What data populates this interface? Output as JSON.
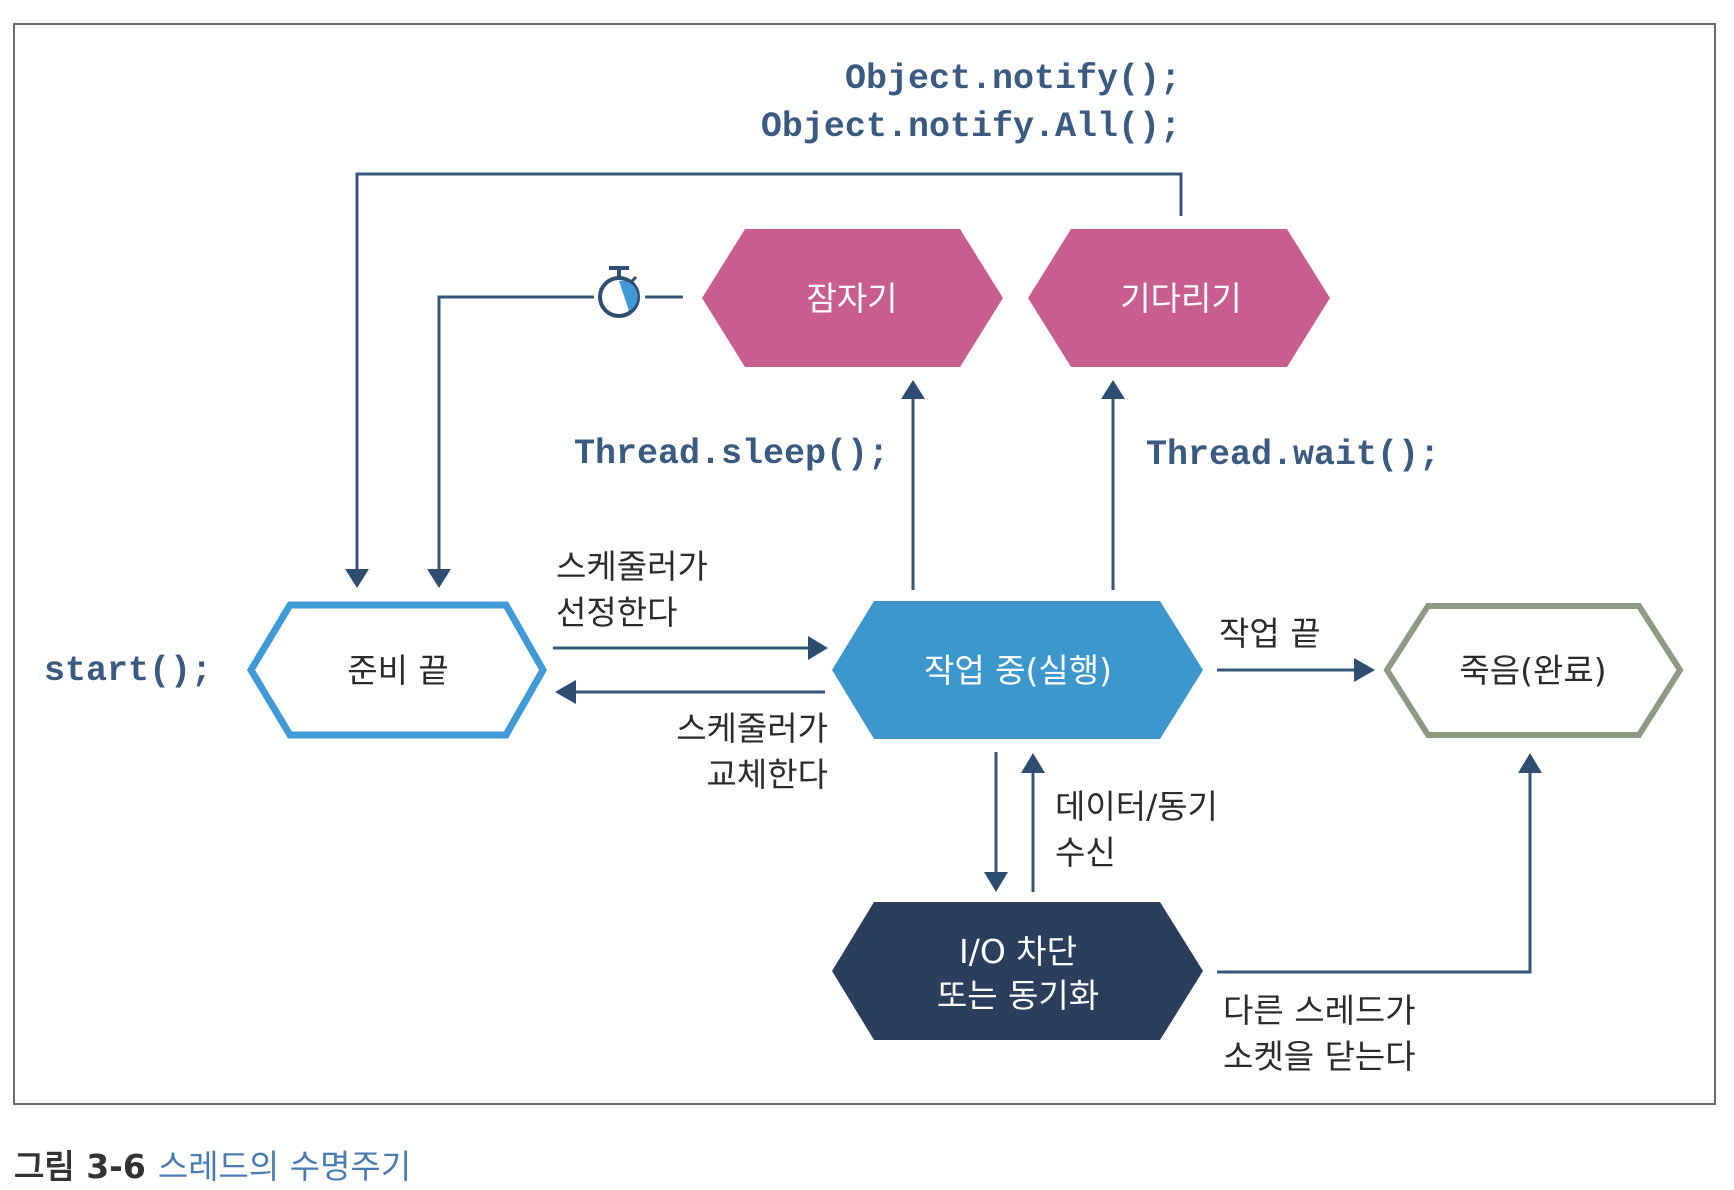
{
  "figure": {
    "caption_number": "그림 3-6",
    "caption_title": "스레드의 수명주기"
  },
  "colors": {
    "ready_border": "#3f9ad6",
    "running_fill": "#3d97cc",
    "sleep_fill": "#c75e8f",
    "wait_fill": "#c75e8f",
    "io_fill": "#2b3f5c",
    "dead_border": "#8d9b82",
    "arrow": "#34557a",
    "code_text": "#3a5a80"
  },
  "states": {
    "ready": "준비 끝",
    "running": "작업 중(실행)",
    "sleeping": "잠자기",
    "waiting": "기다리기",
    "io_blocked_line1": "I/O 차단",
    "io_blocked_line2": "또는 동기화",
    "dead": "죽음(완료)"
  },
  "code_labels": {
    "start": "start();",
    "sleep": "Thread.sleep();",
    "wait": "Thread.wait();",
    "notify": "Object.notify();",
    "notify_all": "Object.notify.All();"
  },
  "transition_labels": {
    "scheduler_selects_line1": "스케줄러가",
    "scheduler_selects_line2": "선정한다",
    "scheduler_swaps_line1": "스케줄러가",
    "scheduler_swaps_line2": "교체한다",
    "work_done": "작업 끝",
    "data_sync_line1": "데이터/동기",
    "data_sync_line2": "수신",
    "socket_closed_line1": "다른 스레드가",
    "socket_closed_line2": "소켓을 닫는다"
  },
  "icons": {
    "timer": "stopwatch-icon"
  }
}
